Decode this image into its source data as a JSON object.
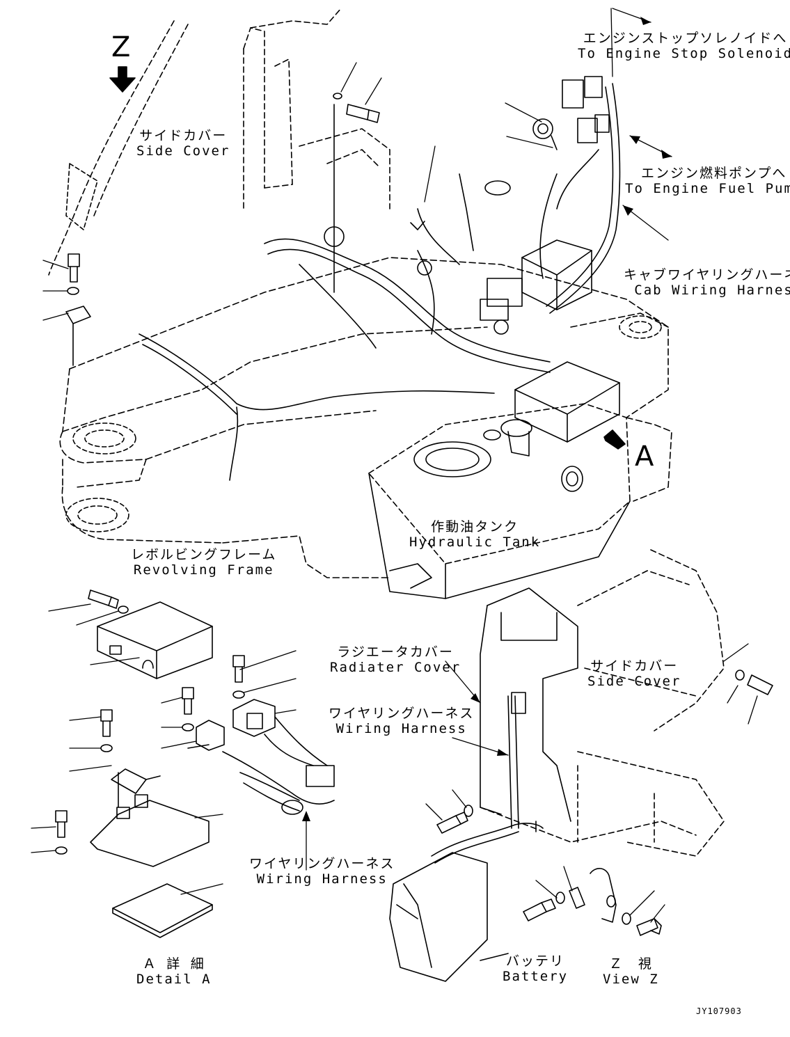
{
  "view_marker": "Z",
  "detail_marker": "A",
  "labels": {
    "engine_stop_solenoid": {
      "ja": "エンジンストップソレノイドへ",
      "en": "To Engine Stop Solenoid"
    },
    "engine_fuel_pump": {
      "ja": "エンジン燃料ポンプへ",
      "en": "To Engine Fuel Pump"
    },
    "cab_wiring_harness": {
      "ja": "キャブワイヤリングハーネス",
      "en": "Cab Wiring Harness"
    },
    "side_cover_top": {
      "ja": "サイドカバー",
      "en": "Side Cover"
    },
    "hydraulic_tank": {
      "ja": "作動油タンク",
      "en": "Hydraulic Tank"
    },
    "revolving_frame": {
      "ja": "レボルビングフレーム",
      "en": "Revolving Frame"
    },
    "radiator_cover": {
      "ja": "ラジエータカバー",
      "en": "Radiater Cover"
    },
    "side_cover_right": {
      "ja": "サイドカバー",
      "en": "Side Cover"
    },
    "wiring_harness_right": {
      "ja": "ワイヤリングハーネス",
      "en": "Wiring Harness"
    },
    "wiring_harness_detail": {
      "ja": "ワイヤリングハーネス",
      "en": "Wiring Harness"
    },
    "detail_a": {
      "ja": "Ａ 詳 細",
      "en": "Detail A"
    },
    "battery": {
      "ja": "バッテリ",
      "en": "Battery"
    },
    "view_z": {
      "ja": "Ｚ　視",
      "en": "View Z"
    }
  },
  "drawing_code": "JY107903",
  "colors": {
    "ink": "#000000",
    "paper": "#ffffff"
  }
}
